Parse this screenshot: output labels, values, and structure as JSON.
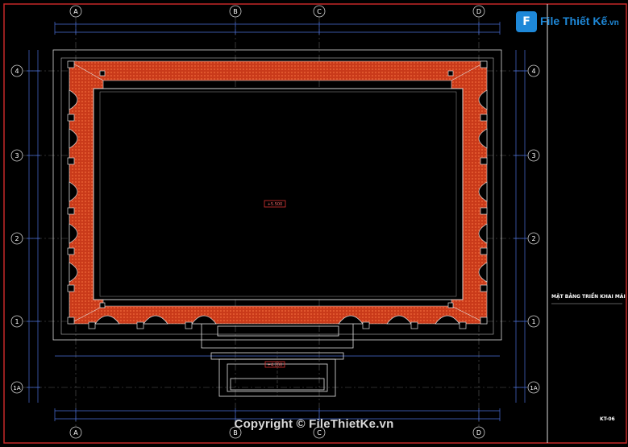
{
  "watermark": {
    "logo_mark": "F",
    "logo_text": "File Thiết Kế",
    "logo_suffix": ".vn",
    "copyright": "Copyright © FileThietKe.vn"
  },
  "title_block": {
    "drawing_title": "MẶT BẰNG TRIỂN KHAI MÁI",
    "sheet_number": "KT-06"
  },
  "plan": {
    "top_grid_axes": [
      "A",
      "B",
      "C",
      "D"
    ],
    "bottom_grid_axes": [
      "A",
      "B",
      "C",
      "D"
    ],
    "left_grid_axes": [
      "4",
      "3",
      "2",
      "1",
      "1A"
    ],
    "right_grid_axes": [
      "4",
      "3",
      "2",
      "1",
      "1A"
    ],
    "elevation_center": "+5.500",
    "elevation_lower": "+4.200"
  },
  "colors": {
    "background": "#000000",
    "frame": "#c62828",
    "roof_hatch": "#d84315",
    "dimension": "#4a6fd8",
    "outline": "#e0e0e0",
    "centerline": "#6a6a6a"
  }
}
